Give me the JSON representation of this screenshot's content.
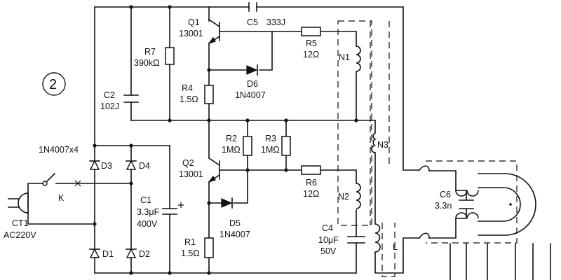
{
  "figure_number": "2",
  "components": {
    "Q1": {
      "ref": "Q1",
      "model": "13001"
    },
    "Q2": {
      "ref": "Q2",
      "model": "13001"
    },
    "C5": {
      "ref": "C5",
      "value": "333J"
    },
    "C2": {
      "ref": "C2",
      "value": "102J"
    },
    "C1": {
      "ref": "C1",
      "value1": "3.3μF",
      "value2": "400V"
    },
    "C4": {
      "ref": "C4",
      "value1": "10μF",
      "value2": "50V"
    },
    "C6": {
      "ref": "C6",
      "value": "3.3n"
    },
    "R7": {
      "ref": "R7",
      "value": "390kΩ"
    },
    "R4": {
      "ref": "R4",
      "value": "1.5Ω"
    },
    "R5": {
      "ref": "R5",
      "value": "12Ω"
    },
    "R2": {
      "ref": "R2",
      "value": "1MΩ"
    },
    "R3": {
      "ref": "R3",
      "value": "1MΩ"
    },
    "R6": {
      "ref": "R6",
      "value": "12Ω"
    },
    "R1": {
      "ref": "R1",
      "value": "1.5Ω"
    },
    "D6": {
      "ref": "D6",
      "model": "1N4007"
    },
    "D5": {
      "ref": "D5",
      "model": "1N4007"
    },
    "bridge": {
      "label": "1N4007x4",
      "d1": "D1",
      "d2": "D2",
      "d3": "D3",
      "d4": "D4"
    },
    "N1": "N1",
    "N2": "N2",
    "N3": "N3",
    "L": "L",
    "K": "K",
    "plug": {
      "ref": "CT1",
      "value": "AC220V"
    }
  }
}
